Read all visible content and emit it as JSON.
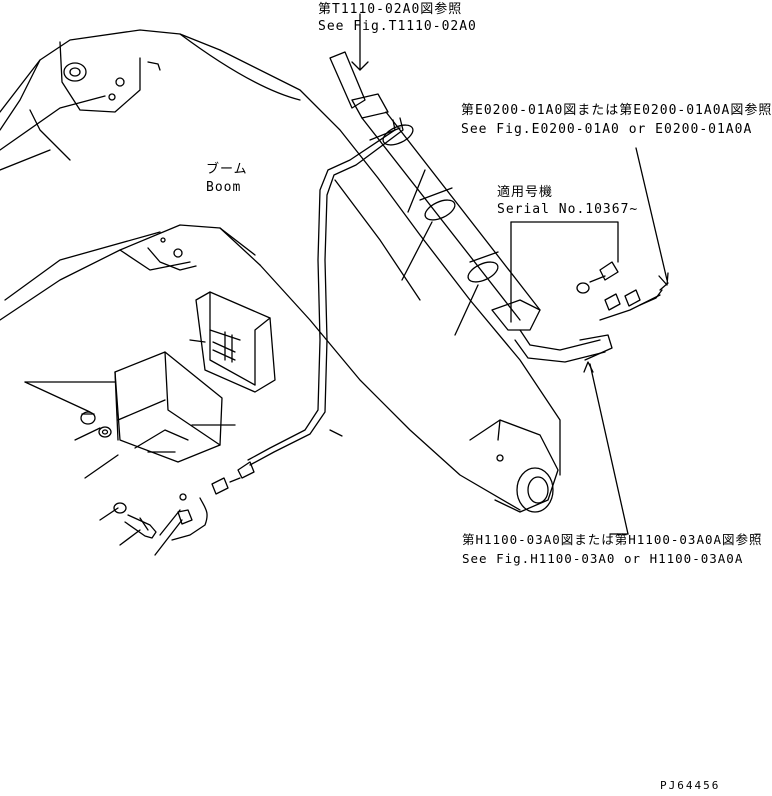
{
  "labels": {
    "ref_t1110_jp": "第T1110-02A0図参照",
    "ref_t1110_en": "See Fig.T1110-02A0",
    "ref_e0200_jp": "第E0200-01A0図または第E0200-01A0A図参照",
    "ref_e0200_en": "See Fig.E0200-01A0 or E0200-01A0A",
    "serial_jp": "適用号機",
    "serial_en": "Serial No.10367~",
    "boom_jp": "ブーム",
    "boom_en": "Boom",
    "ref_h1100_jp": "第H1100-03A0図または第H1100-03A0A図参照",
    "ref_h1100_en": "See Fig.H1100-03A0 or H1100-03A0A",
    "drawing_code": "PJ64456"
  },
  "colors": {
    "line": "#000000",
    "background": "#ffffff"
  }
}
